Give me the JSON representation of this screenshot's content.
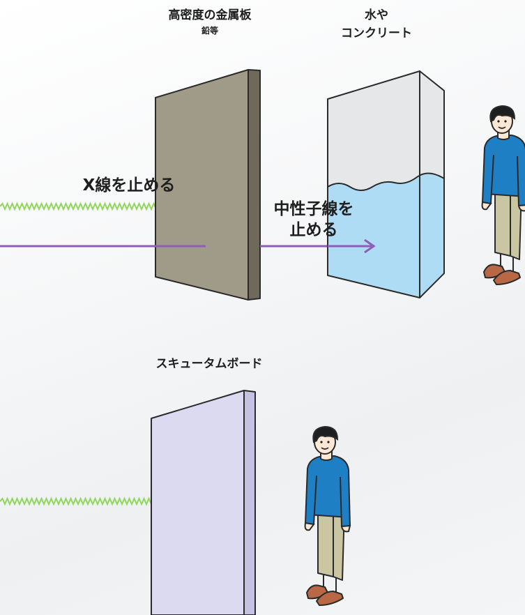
{
  "labels": {
    "metal_plate_title": "高密度の金属板",
    "metal_plate_sub": "鉛等",
    "water_title_line1": "水や",
    "water_title_line2": "コンクリート",
    "xray_stop": "X線を止める",
    "neutron_stop_line1": "中性子線を",
    "neutron_stop_line2": "止める",
    "skutum_board": "スキュータムボード"
  },
  "colors": {
    "metal_front": "#a09a88",
    "metal_side": "#6f6959",
    "water_block": "#e6e7e9",
    "water_fill": "#aedcf5",
    "skutum_front": "#dcdaf0",
    "skutum_side": "#c4c1e2",
    "xray_wave": "#8fd65a",
    "neutron_beam": "#8b5fb5",
    "outline": "#2a2a2a",
    "shirt": "#1f7fc4",
    "pants": "#cbc6a2",
    "shoes": "#b86845",
    "skin": "#fde8d6"
  }
}
